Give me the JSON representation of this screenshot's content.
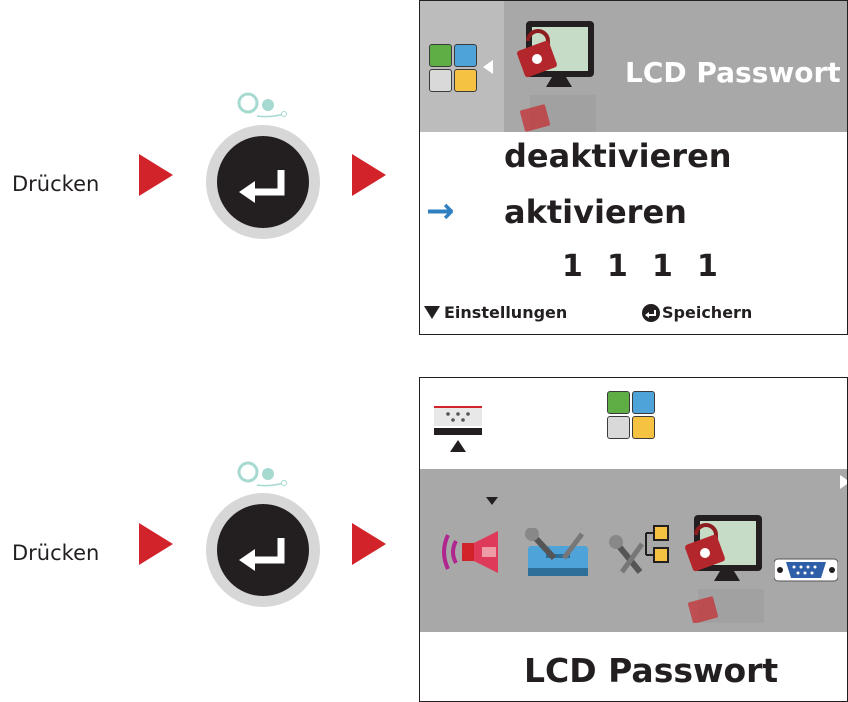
{
  "steps": [
    {
      "label": "Drücken"
    },
    {
      "label": "Drücken"
    }
  ],
  "screen_top": {
    "title": "LCD Passwort",
    "options": [
      "deaktivieren",
      "aktivieren"
    ],
    "selected_arrow": "→",
    "password_digits": [
      "1",
      "1",
      "1",
      "1"
    ],
    "footer_left": "Einstellungen",
    "footer_right": "Speichern",
    "footer_left_icon": "down-triangle-icon",
    "footer_right_icon": "enter-icon"
  },
  "screen_bottom": {
    "title": "LCD Passwort",
    "icons": [
      "speaker-icon",
      "printer-tools-icon",
      "network-tools-icon",
      "lcd-password-icon",
      "serial-port-icon"
    ]
  },
  "colors": {
    "accent_red": "#d2232a",
    "panel_grey": "#a9a8a8",
    "selection_arrow": "#2f7fc1",
    "teal_dot": "#a6d9d0"
  }
}
